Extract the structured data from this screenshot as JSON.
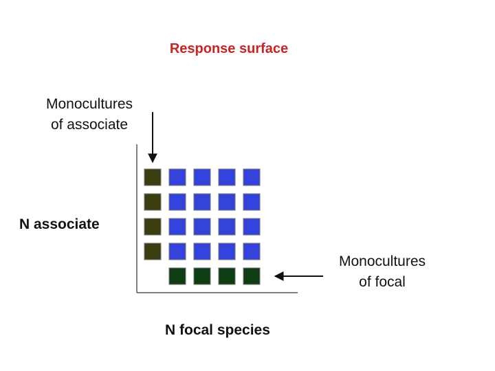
{
  "title": "Response surface",
  "labels": {
    "monocultures_associate": [
      "Monocultures",
      "of associate"
    ],
    "n_associate": "N associate",
    "monocultures_focal": [
      "Monocultures",
      "of focal"
    ],
    "n_focal": "N  focal species"
  },
  "grid": {
    "rows": 5,
    "cols": 5,
    "empty_cells": [
      [
        4,
        0
      ]
    ],
    "associate_monoculture_col": 0,
    "focal_monoculture_row": 4
  },
  "colors": {
    "title": "#cc2222",
    "mixture": "#3344dd",
    "associate_monoculture": "#3d3d12",
    "focal_monoculture": "#0d3d12",
    "square_border": "#777777",
    "axis": "#555555",
    "arrow": "#111111"
  }
}
